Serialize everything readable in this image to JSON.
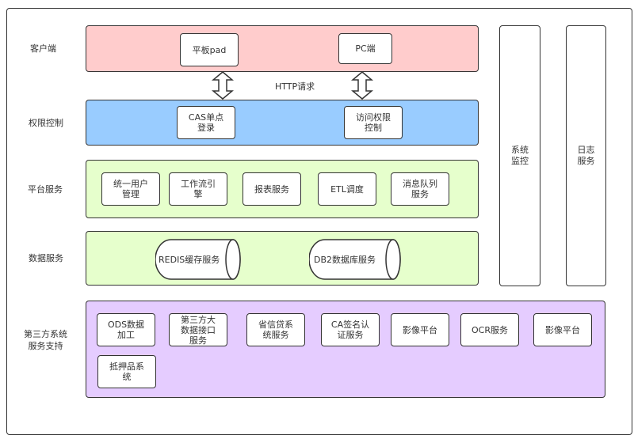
{
  "colors": {
    "client": "#ffcccc",
    "auth": "#99ccff",
    "platform": "#e6ffcc",
    "data": "#e6ffcc",
    "third_party": "#e5ccff",
    "border": "#333333"
  },
  "rows": {
    "client": {
      "label": "客户端",
      "items": [
        "平板pad",
        "PC端"
      ]
    },
    "connector": {
      "label": "HTTP请求"
    },
    "auth": {
      "label": "权限控制",
      "items": [
        "CAS单点\n登录",
        "访问权限\n控制"
      ]
    },
    "platform": {
      "label": "平台服务",
      "items": [
        "统一用户\n管理",
        "工作流引\n擎",
        "报表服务",
        "ETL调度",
        "消息队列\n服务"
      ]
    },
    "data": {
      "label": "数据服务",
      "items": [
        "REDIS缓存服务",
        "DB2数据库服务"
      ]
    },
    "third_party": {
      "label": "第三方系统\n服务支持",
      "items": [
        "ODS数据\n加工",
        "第三方大\n数据接口\n服务",
        "省信贷系\n统服务",
        "CA签名认\n证服务",
        "影像平台",
        "OCR服务",
        "影像平台",
        "抵押品系\n统"
      ]
    }
  },
  "side_columns": [
    "系统\n监控",
    "日志\n服务"
  ]
}
